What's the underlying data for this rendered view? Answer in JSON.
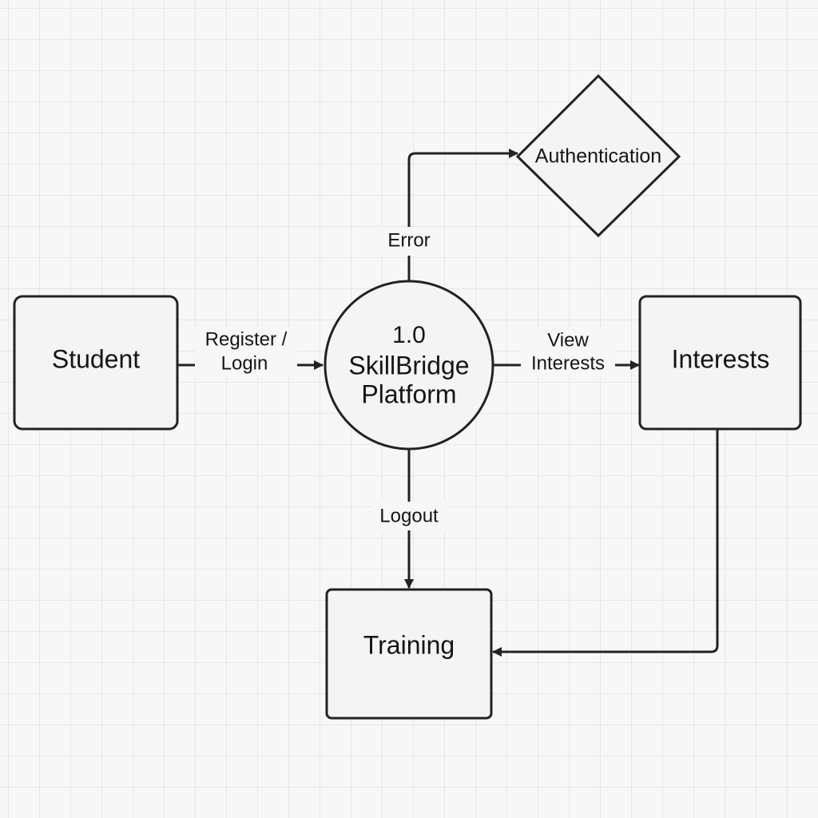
{
  "diagram": {
    "nodes": {
      "student": {
        "label": "Student"
      },
      "process": {
        "line1": "1.0",
        "line2": "SkillBridge",
        "line3": "Platform"
      },
      "authentication": {
        "label": "Authentication"
      },
      "interests": {
        "label": "Interests"
      },
      "training": {
        "label": "Training"
      }
    },
    "edges": {
      "register_login": {
        "line1": "Register /",
        "line2": "Login"
      },
      "error": {
        "label": "Error"
      },
      "view_interests": {
        "line1": "View",
        "line2": "Interests"
      },
      "logout": {
        "label": "Logout"
      },
      "interests_to_training": {
        "label": ""
      }
    }
  }
}
